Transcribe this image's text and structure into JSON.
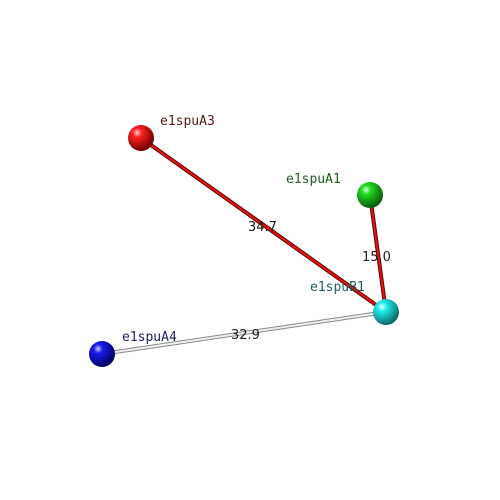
{
  "nodes": [
    {
      "id": "A3",
      "label": "e1spuA3",
      "color": "#ff1a1a",
      "label_color": "#5a1a1a"
    },
    {
      "id": "A1",
      "label": "e1spuA1",
      "color": "#22dd22",
      "label_color": "#1f5f1f"
    },
    {
      "id": "B1",
      "label": "e1spuB1",
      "color": "#22eeee",
      "label_color": "#1f5f5f"
    },
    {
      "id": "A4",
      "label": "e1spuA4",
      "color": "#1a1aee",
      "label_color": "#1f1f5f"
    }
  ],
  "edges": [
    {
      "from": "A3",
      "to": "B1",
      "label": "34.7",
      "color": "#cc1111"
    },
    {
      "from": "A1",
      "to": "B1",
      "label": "15.0",
      "color": "#cc1111"
    },
    {
      "from": "A4",
      "to": "B1",
      "label": "32.9",
      "color": "#cfcfcf"
    }
  ]
}
